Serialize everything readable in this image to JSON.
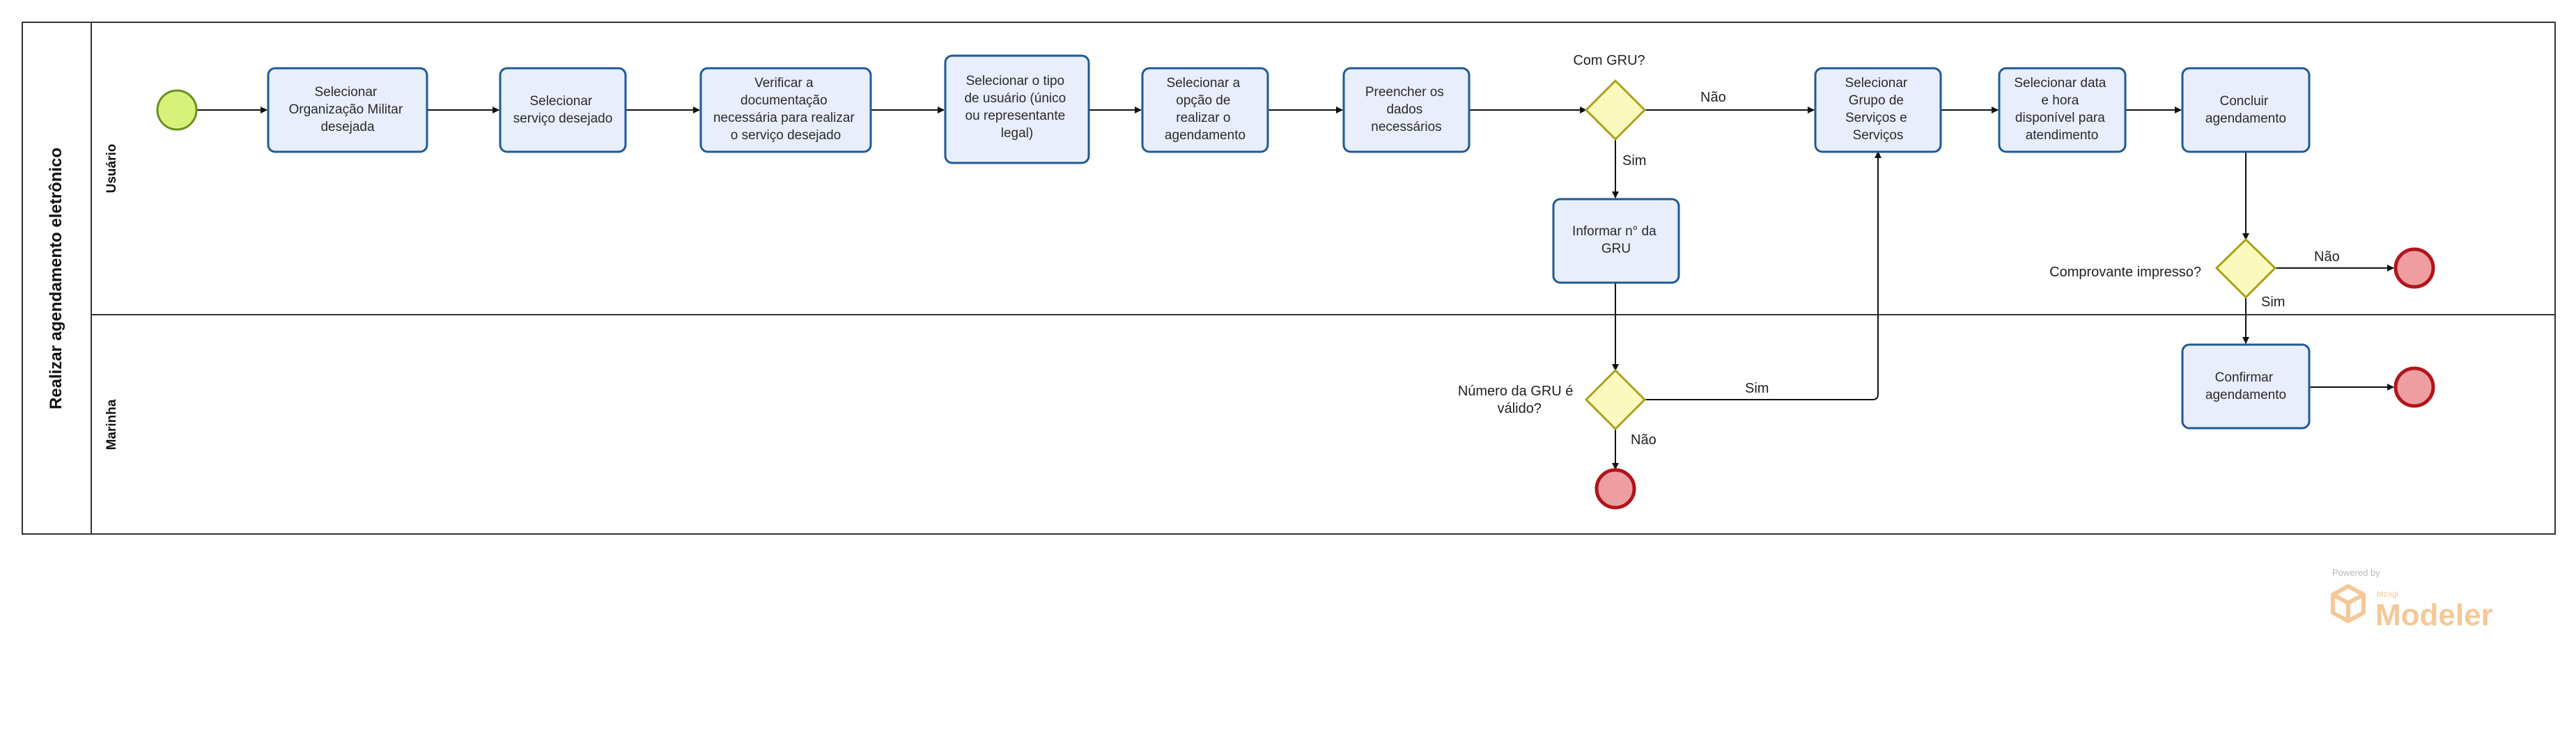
{
  "pool": {
    "label": "Realizar agendamento eletrônico"
  },
  "lanes": {
    "usuario": "Usuário",
    "marinha": "Marinha"
  },
  "tasks": {
    "t1": [
      "Selecionar",
      "Organização Militar",
      "desejada"
    ],
    "t2": [
      "Selecionar",
      "serviço desejado"
    ],
    "t3": [
      "Verificar a",
      "documentação",
      "necessária para realizar",
      "o serviço desejado"
    ],
    "t4": [
      "Selecionar o tipo",
      "de usuário (único",
      "ou representante",
      "legal)"
    ],
    "t5": [
      "Selecionar a",
      "opção de",
      "realizar o",
      "agendamento"
    ],
    "t6": [
      "Preencher os",
      "dados",
      "necessários"
    ],
    "t7": [
      "Selecionar",
      "Grupo de",
      "Serviços e",
      "Serviços"
    ],
    "t8": [
      "Selecionar data",
      "e hora",
      "disponível para",
      "atendimento"
    ],
    "t9": [
      "Concluir",
      "agendamento"
    ],
    "t10": [
      "Informar n° da",
      "GRU"
    ],
    "t11": [
      "Confirmar",
      "agendamento"
    ]
  },
  "gateways": {
    "g1": {
      "question": "Com GRU?"
    },
    "g2": {
      "question": [
        "Número da GRU é",
        "válido?"
      ]
    },
    "g3": {
      "question": "Comprovante impresso?"
    }
  },
  "flow_labels": {
    "g1_no": "Não",
    "g1_yes": "Sim",
    "g2_yes": "Sim",
    "g2_no": "Não",
    "g3_no": "Não",
    "g3_yes": "Sim"
  },
  "colors": {
    "task_fill": "#e8eefc",
    "task_stroke": "#1e5a96",
    "start_fill": "#d7f27a",
    "start_stroke": "#6a8f1f",
    "end_fill": "#ee9ea0",
    "end_stroke": "#b1151c",
    "gateway_fill": "#fbf9bd",
    "gateway_stroke": "#a8a21b",
    "watermark": "#f5c897"
  },
  "watermark": {
    "powered": "Powered by",
    "brand": "bizagi",
    "product": "Modeler"
  }
}
